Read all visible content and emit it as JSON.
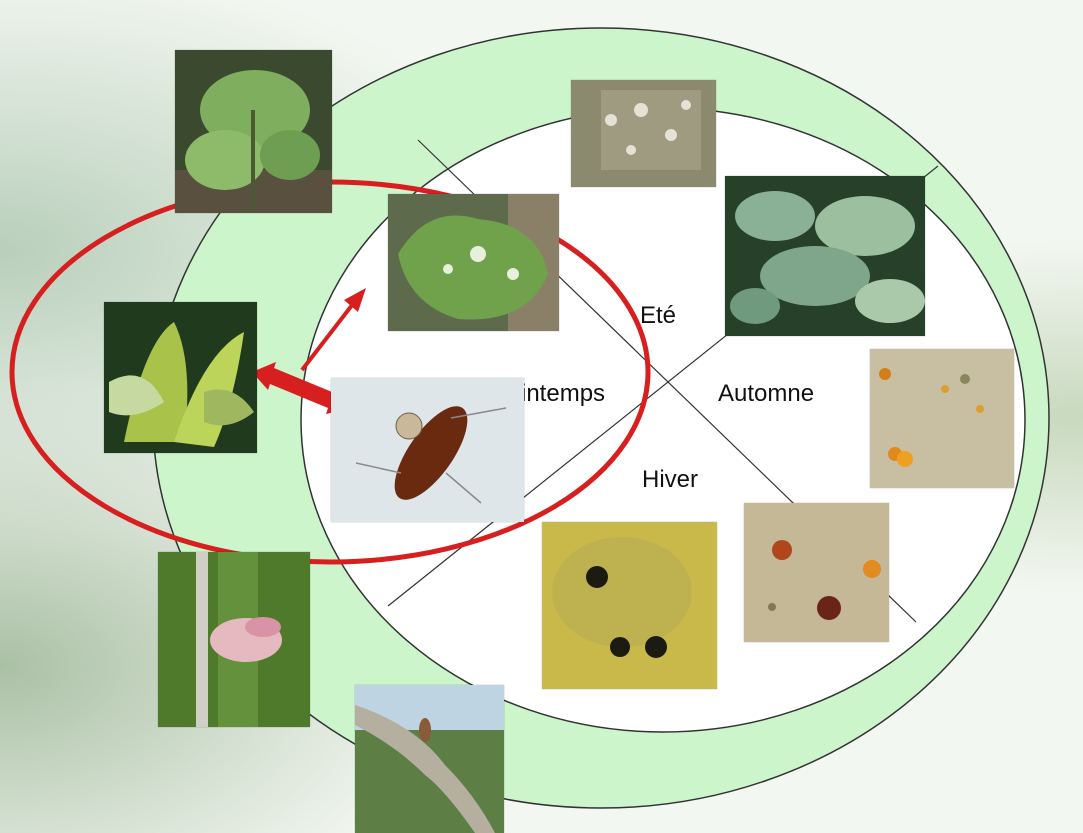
{
  "seasons": {
    "ete": "Eté",
    "printemps": "Printemps",
    "automne": "Automne",
    "hiver": "Hiver"
  },
  "colors": {
    "ring": "#ccf5cc",
    "circle_stroke": "#333333",
    "highlight": "#d81f1f"
  }
}
